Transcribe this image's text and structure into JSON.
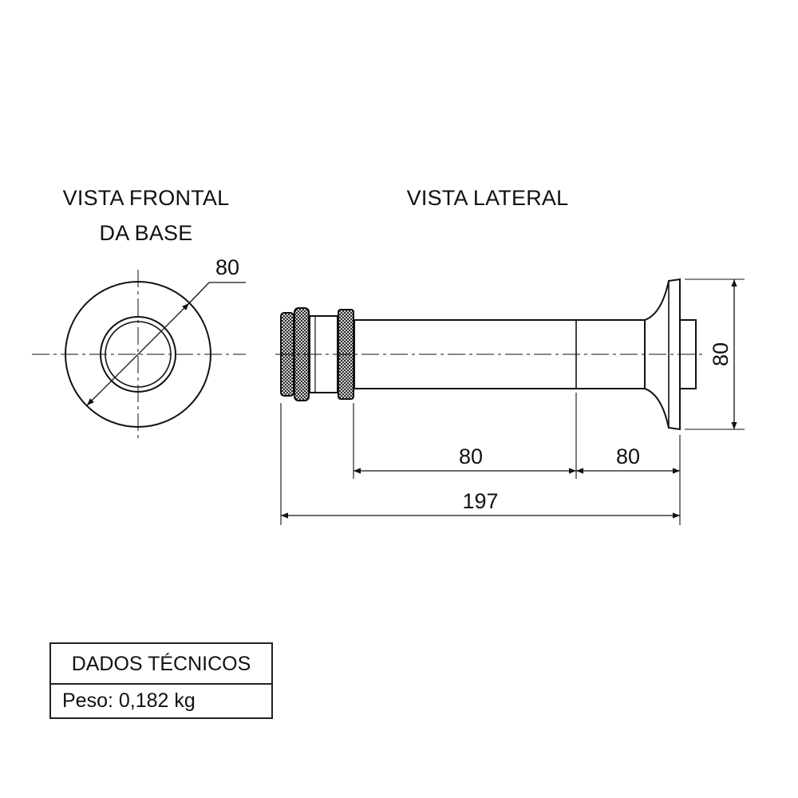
{
  "views": {
    "front": {
      "title_line1": "VISTA FRONTAL",
      "title_line2": "DA BASE"
    },
    "side": {
      "title": "VISTA LATERAL"
    }
  },
  "dimensions": {
    "front_diameter": "80",
    "side_height": "80",
    "tube_length": "80",
    "base_length": "80",
    "total_length": "197"
  },
  "spec_table": {
    "header": "DADOS TÉCNICOS",
    "weight": "Peso: 0,182 kg"
  }
}
